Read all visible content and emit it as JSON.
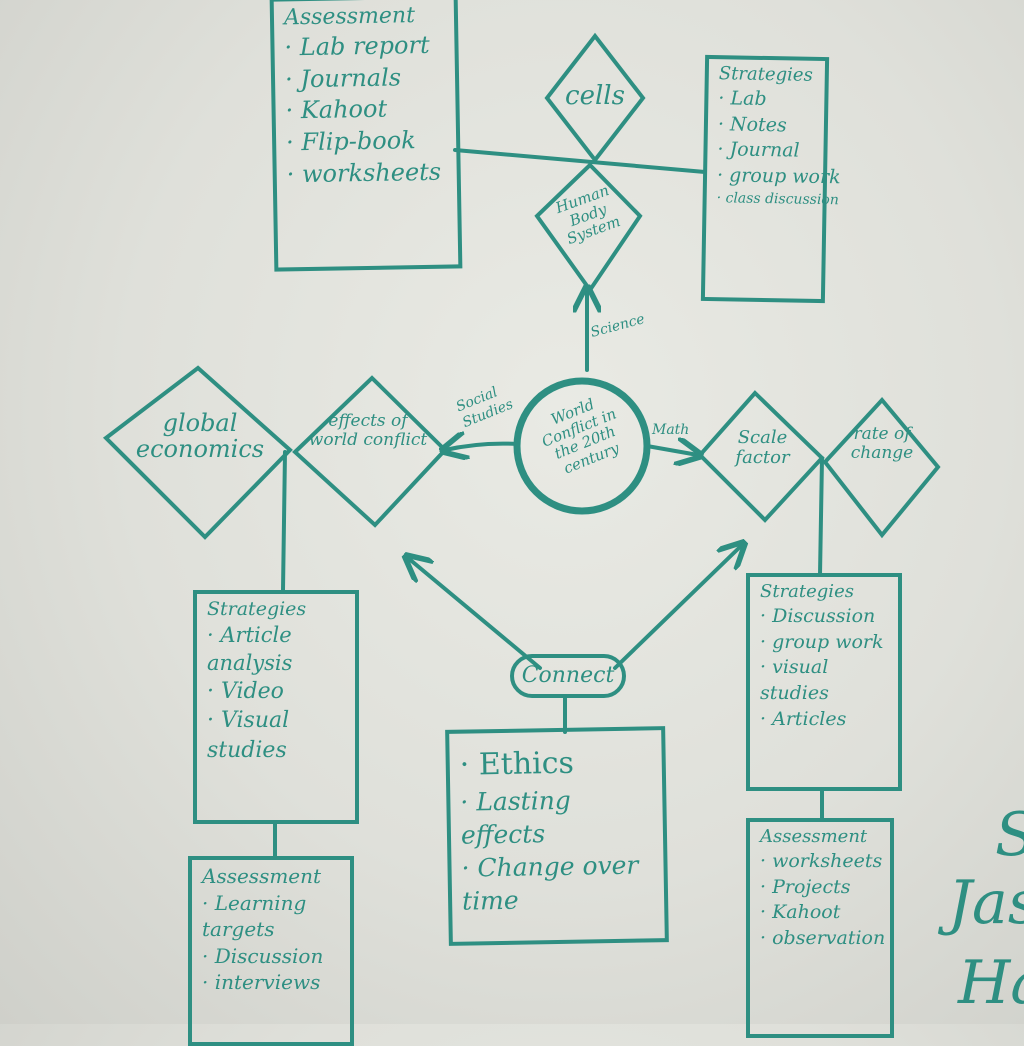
{
  "center": {
    "label": "World Conflict in the 20th century"
  },
  "edges": {
    "science": "Science",
    "social_studies": "Social Studies",
    "math": "Math"
  },
  "diamonds": {
    "cells": "cells",
    "human_body": "Human Body System",
    "global_economics": "global economics",
    "effects": "effects of world conflict",
    "scale_factor": "Scale factor",
    "rate_of_change": "rate of change"
  },
  "science_assessment": {
    "title": "Assessment",
    "items": [
      "Lab report",
      "Journals",
      "Kahoot",
      "Flip-book",
      "worksheets"
    ]
  },
  "science_strategies": {
    "title": "Strategies",
    "items": [
      "Lab",
      "Notes",
      "Journal",
      "group work",
      "class discussion"
    ]
  },
  "social_strategies": {
    "title": "Strategies",
    "items": [
      "Article analysis",
      "Video",
      "Visual studies"
    ]
  },
  "social_assessment": {
    "title": "Assessment",
    "items": [
      "Learning targets",
      "Discussion",
      "interviews"
    ]
  },
  "math_strategies": {
    "title": "Strategies",
    "items": [
      "Discussion",
      "group work",
      "visual studies",
      "Articles"
    ]
  },
  "math_assessment": {
    "title": "Assessment",
    "items": [
      "worksheets",
      "Projects",
      "Kahoot",
      "observation"
    ]
  },
  "connect": {
    "label": "Connect",
    "items": [
      "Ethics",
      "Lasting effects",
      "Change over time"
    ]
  },
  "signature": {
    "line1": "S",
    "line2": "Jas",
    "line3": "Ha"
  }
}
